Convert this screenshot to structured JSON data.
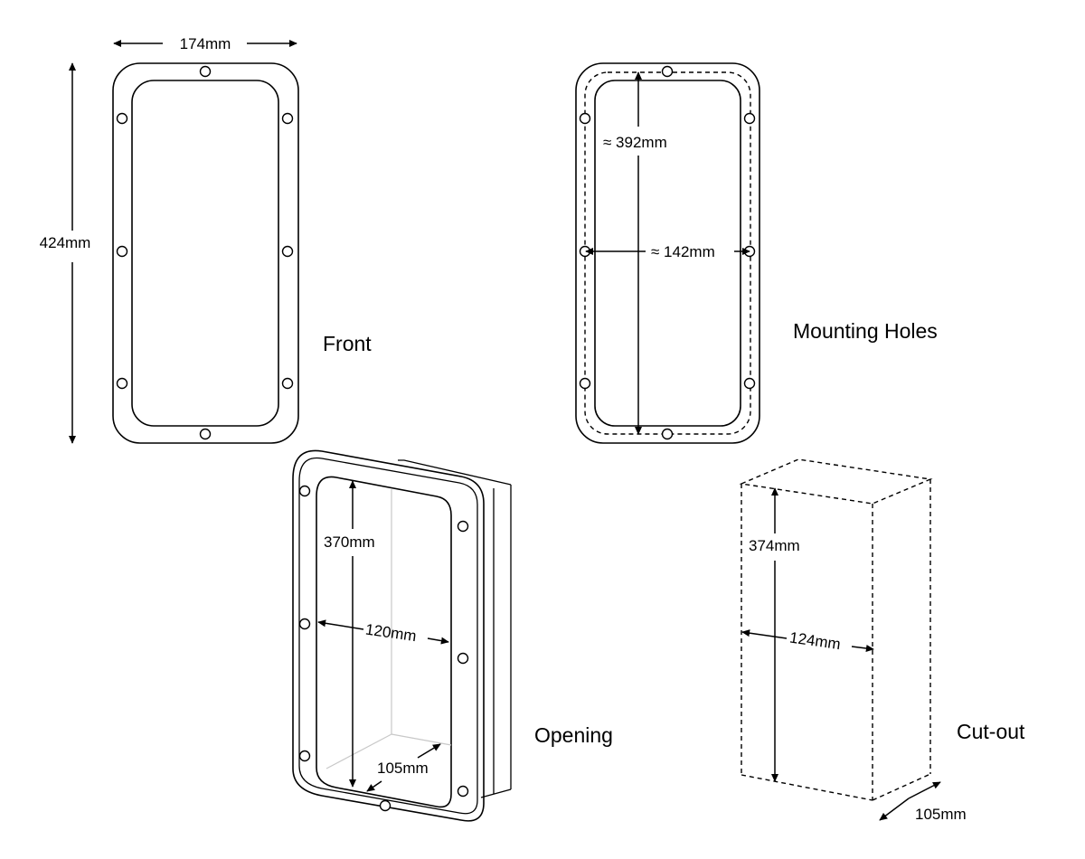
{
  "views": {
    "front": {
      "label": "Front",
      "width_label": "174mm",
      "height_label": "424mm"
    },
    "mounting_holes": {
      "label": "Mounting Holes",
      "vertical_spacing_label": "≈ 392mm",
      "horizontal_spacing_label": "≈ 142mm"
    },
    "opening": {
      "label": "Opening",
      "height_label": "370mm",
      "width_label": "120mm",
      "depth_label": "105mm"
    },
    "cutout": {
      "label": "Cut-out",
      "height_label": "374mm",
      "width_label": "124mm",
      "depth_label": "105mm"
    }
  },
  "colors": {
    "line": "#000000",
    "hidden_edge": "#c8c8c8",
    "background": "#ffffff"
  }
}
